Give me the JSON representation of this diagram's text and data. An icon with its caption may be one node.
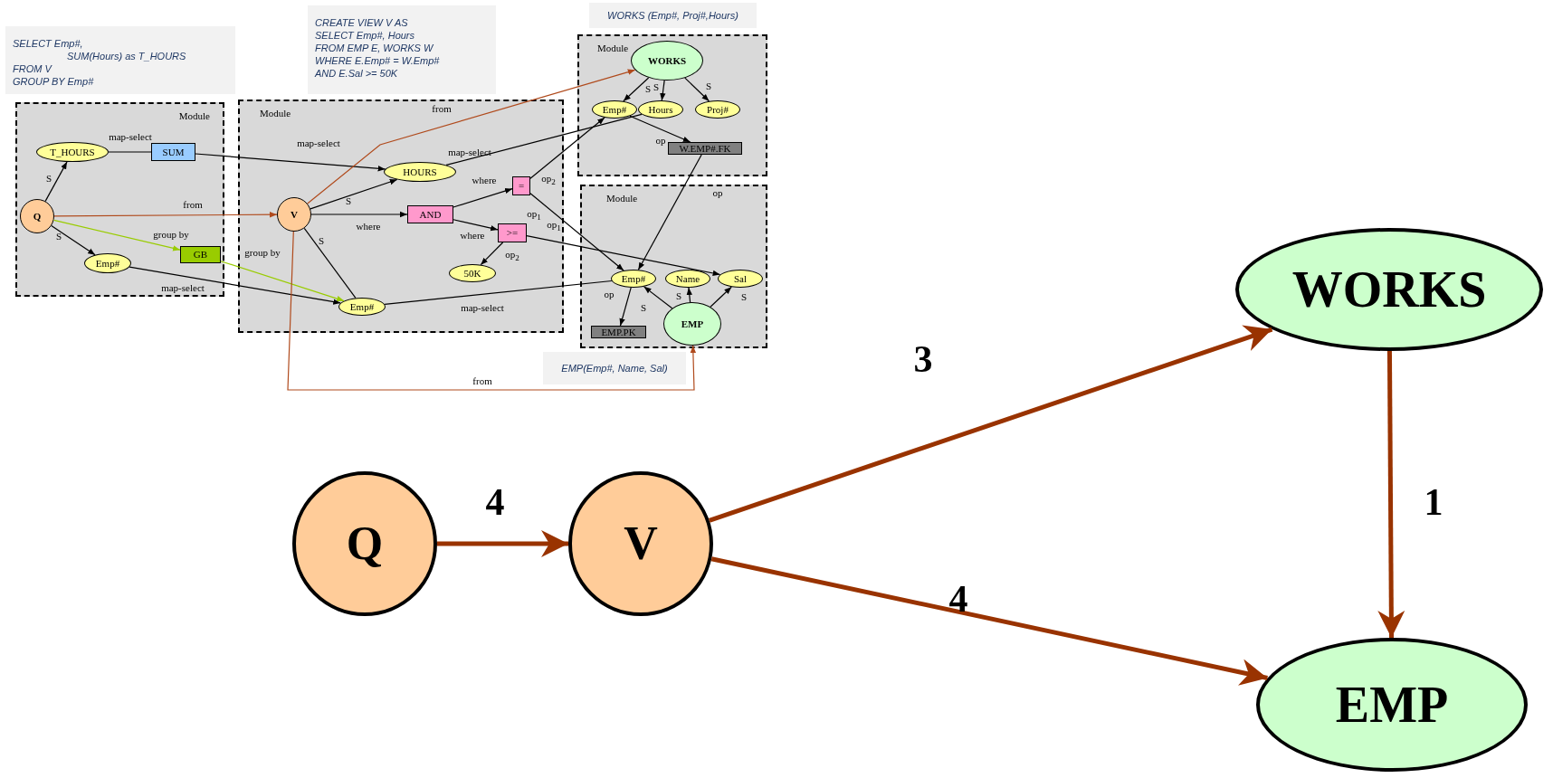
{
  "diagram": {
    "nodes": [
      {
        "text": [
          "SELECT Emp#,",
          "SUM(Hours) as T_HOURS",
          "FROM V",
          "GROUP BY Emp#"
        ]
      },
      {
        "text": [
          "Module"
        ]
      },
      {
        "text": [
          "T_HOURS"
        ],
        "in": 1
      },
      {
        "text": [
          "SUM"
        ],
        "in": 1
      },
      {
        "text": [
          "Q"
        ],
        "in": 1
      },
      {
        "text": [
          "Emp#"
        ],
        "in": 1
      },
      {
        "text": [
          "GB"
        ],
        "in": 1
      },
      {
        "text": [
          "CREATE VIEW V AS",
          "SELECT Emp#, Hours",
          "FROM EMP E, WORKS W",
          "WHERE E.Emp# = W.Emp#",
          "AND E.Sal >= 50K"
        ]
      },
      {
        "text": [
          "Module"
        ]
      },
      {
        "text": [
          "HOURS"
        ],
        "in": 8
      },
      {
        "text": [
          "V"
        ],
        "in": 8
      },
      {
        "text": [
          "AND"
        ],
        "in": 8
      },
      {
        "text": [
          "="
        ],
        "in": 8
      },
      {
        "text": [
          ">="
        ],
        "in": 8
      },
      {
        "text": [
          "50K"
        ],
        "in": 8
      },
      {
        "text": [
          "Emp#"
        ],
        "in": 8
      },
      {
        "text": [
          "WORKS (Emp#, Proj#,Hours)"
        ]
      },
      {
        "text": [
          "Module"
        ]
      },
      {
        "text": [
          "WORKS"
        ],
        "in": 17
      },
      {
        "text": [
          "Emp#"
        ],
        "in": 17
      },
      {
        "text": [
          "Hours"
        ],
        "in": 17
      },
      {
        "text": [
          "Proj#"
        ],
        "in": 17
      },
      {
        "text": [
          "W.EMP#.FK"
        ],
        "in": 17
      },
      {
        "text": [
          "Module"
        ]
      },
      {
        "text": [
          "Emp#"
        ],
        "in": 23
      },
      {
        "text": [
          "Name"
        ],
        "in": 23
      },
      {
        "text": [
          "Sal"
        ],
        "in": 23
      },
      {
        "text": [
          "EMP"
        ],
        "in": 23
      },
      {
        "text": [
          "EMP.PK"
        ],
        "in": 23
      },
      {
        "text": [
          "EMP(Emp#, Name, Sal)"
        ]
      },
      {
        "text": [
          "Q"
        ]
      },
      {
        "text": [
          "V"
        ]
      },
      {
        "text": [
          "WORKS"
        ]
      },
      {
        "text": [
          "EMP"
        ]
      }
    ],
    "edges": [
      {
        "from": 4,
        "to": 2,
        "arrow": "to",
        "label": "S"
      },
      {
        "from": 4,
        "to": 5,
        "arrow": "to",
        "label": "S"
      },
      {
        "from": 2,
        "to": 3,
        "arrow": "none",
        "label": "map-select"
      },
      {
        "from": 4,
        "to": 10,
        "arrow": "to",
        "label": "from",
        "color": "#b04a1c"
      },
      {
        "from": 4,
        "to": 6,
        "arrow": "to",
        "label": "group by",
        "color": "#99cc00"
      },
      {
        "from": 6,
        "to": 15,
        "arrow": "to",
        "label": "group by",
        "color": "#99cc00"
      },
      {
        "from": 3,
        "to": 9,
        "arrow": "to",
        "label": "map-select"
      },
      {
        "from": 5,
        "to": 15,
        "arrow": "to",
        "label": "map-select"
      },
      {
        "from": 10,
        "to": 9,
        "arrow": "to",
        "label": "S"
      },
      {
        "from": 10,
        "to": 11,
        "arrow": "to",
        "label": "where"
      },
      {
        "from": 10,
        "to": 15,
        "arrow": "none",
        "label": "S"
      },
      {
        "from": 10,
        "to": 18,
        "arrow": "to",
        "label": "from",
        "color": "#b04a1c"
      },
      {
        "from": 10,
        "to": 27,
        "arrow": "to",
        "label": "from",
        "color": "#b04a1c"
      },
      {
        "from": 11,
        "to": 12,
        "arrow": "to",
        "label": "where"
      },
      {
        "from": 11,
        "to": 13,
        "arrow": "to",
        "label": "where"
      },
      {
        "from": 12,
        "to": 19,
        "arrow": "to",
        "label": "op$_{2}$"
      },
      {
        "from": 12,
        "to": 24,
        "arrow": "to",
        "label": "op$_{1}$"
      },
      {
        "from": 13,
        "to": 26,
        "arrow": "to",
        "label": "op$_{1}$"
      },
      {
        "from": 13,
        "to": 14,
        "arrow": "to",
        "label": "op$_{2}$"
      },
      {
        "from": 9,
        "to": 20,
        "arrow": "none",
        "label": "map-select"
      },
      {
        "from": 15,
        "to": 24,
        "arrow": "none",
        "label": "map-select"
      },
      {
        "from": 18,
        "to": 19,
        "arrow": "to",
        "label": "S"
      },
      {
        "from": 18,
        "to": 20,
        "arrow": "to",
        "label": "S"
      },
      {
        "from": 18,
        "to": 21,
        "arrow": "to",
        "label": "S"
      },
      {
        "from": 19,
        "to": 22,
        "arrow": "to",
        "label": "op"
      },
      {
        "from": 22,
        "to": 24,
        "arrow": "to",
        "label": "op"
      },
      {
        "from": 27,
        "to": 24,
        "arrow": "to",
        "label": "S"
      },
      {
        "from": 27,
        "to": 25,
        "arrow": "to",
        "label": "S"
      },
      {
        "from": 27,
        "to": 26,
        "arrow": "to",
        "label": "S"
      },
      {
        "from": 24,
        "to": 28,
        "arrow": "to",
        "label": "op"
      },
      {
        "from": 30,
        "to": 31,
        "arrow": "to",
        "label": "4",
        "style": "thick",
        "color": "#993300"
      },
      {
        "from": 31,
        "to": 32,
        "arrow": "to",
        "label": "3",
        "style": "thick",
        "color": "#993300"
      },
      {
        "from": 31,
        "to": 33,
        "arrow": "to",
        "label": "4",
        "style": "thick",
        "color": "#993300"
      },
      {
        "from": 32,
        "to": 33,
        "arrow": "to",
        "label": "1",
        "style": "thick",
        "color": "#993300"
      }
    ]
  }
}
